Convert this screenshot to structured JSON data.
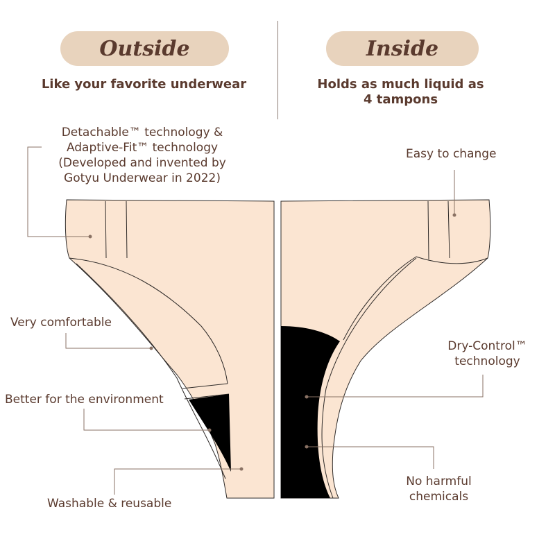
{
  "header": {
    "outside_label": "Outside",
    "inside_label": "Inside",
    "outside_subtitle": "Like your favorite underwear",
    "inside_subtitle_line1": "Holds as much liquid as",
    "inside_subtitle_line2": "4 tampons"
  },
  "features_left": {
    "detachable_line1": "Detachable™ technology &",
    "detachable_line2": "Adaptive-Fit™ technology",
    "detachable_line3": "(Developed and invented by",
    "detachable_line4": "Gotyu Underwear in 2022)",
    "comfortable": "Very comfortable",
    "environment": "Better for the environment",
    "washable": "Washable & reusable"
  },
  "features_right": {
    "easy_change": "Easy to change",
    "dry_control_line1": "Dry-Control™",
    "dry_control_line2": "technology",
    "no_harmful_line1": "No harmful",
    "no_harmful_line2": "chemicals"
  },
  "colors": {
    "fabric": "#fbe5d2",
    "outline": "#2e2a28",
    "pill": "#e8d3bd",
    "text": "#5a3a2e",
    "pad": "#000000",
    "leader": "#8a7264"
  }
}
